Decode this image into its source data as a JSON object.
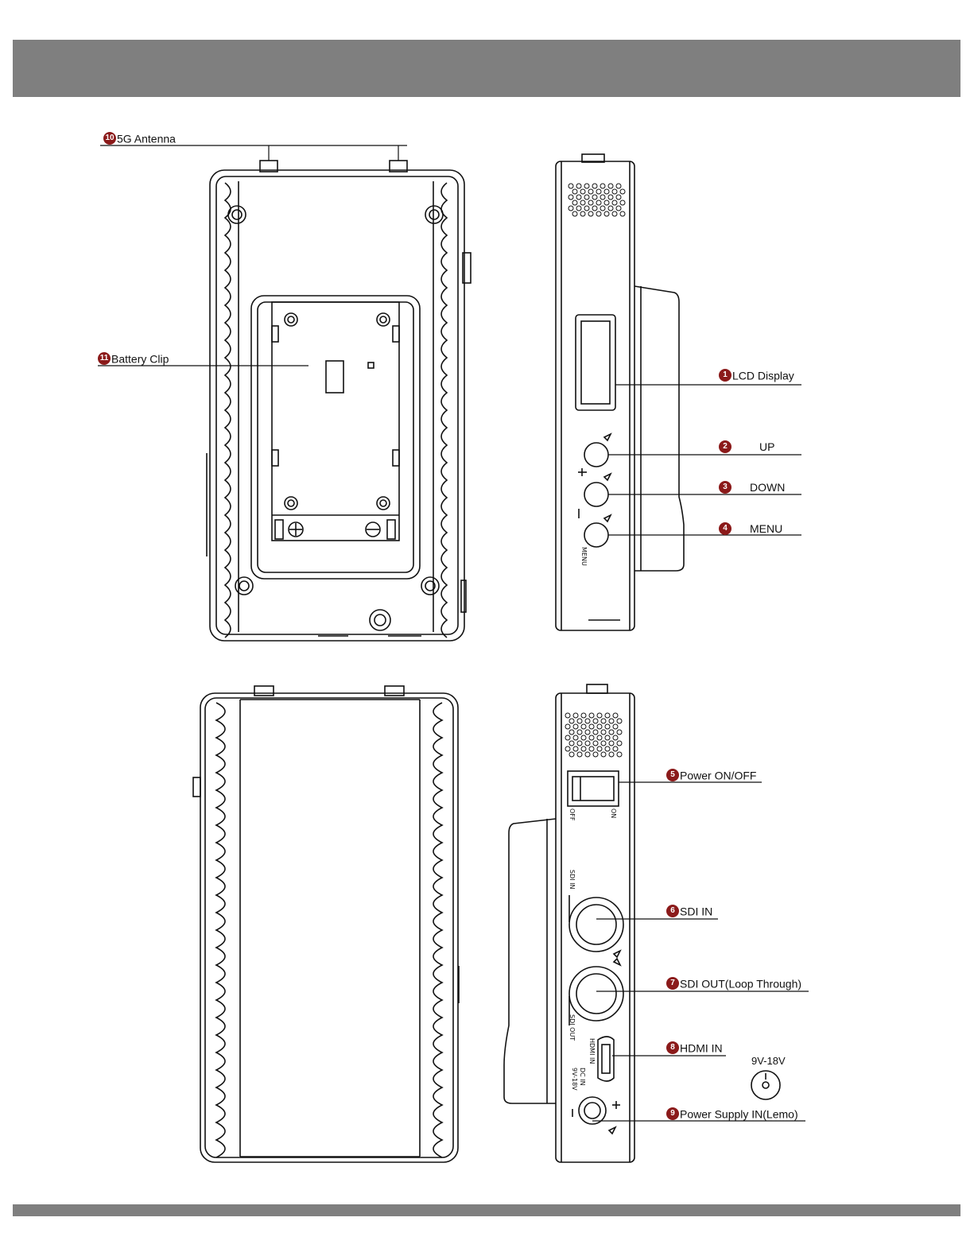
{
  "callouts": [
    {
      "num": "10",
      "label": "5G Antenna"
    },
    {
      "num": "11",
      "label": "Battery Clip"
    },
    {
      "num": "1",
      "label": "LCD Display"
    },
    {
      "num": "2",
      "label": "UP"
    },
    {
      "num": "3",
      "label": "DOWN"
    },
    {
      "num": "4",
      "label": "MENU"
    },
    {
      "num": "5",
      "label": "Power ON/OFF"
    },
    {
      "num": "6",
      "label": "SDI IN"
    },
    {
      "num": "7",
      "label": "SDI OUT(Loop Through)"
    },
    {
      "num": "8",
      "label": "HDMI IN"
    },
    {
      "num": "9",
      "label": "Power Supply IN(Lemo)"
    }
  ],
  "device_text": {
    "menu": "MENU",
    "off": "OFF",
    "on": "ON",
    "sdi_in": "SDI IN",
    "sdi_out": "SDI OUT",
    "hdmi_in": "HDMI IN",
    "dc_in": "DC IN",
    "dc_range": "9V-18V",
    "voltage_label": "9V-18V",
    "plus": "+",
    "minus": "-"
  },
  "colors": {
    "band": "#7f7f7f",
    "callout_badge": "#8b1a1a",
    "line": "#111111"
  }
}
